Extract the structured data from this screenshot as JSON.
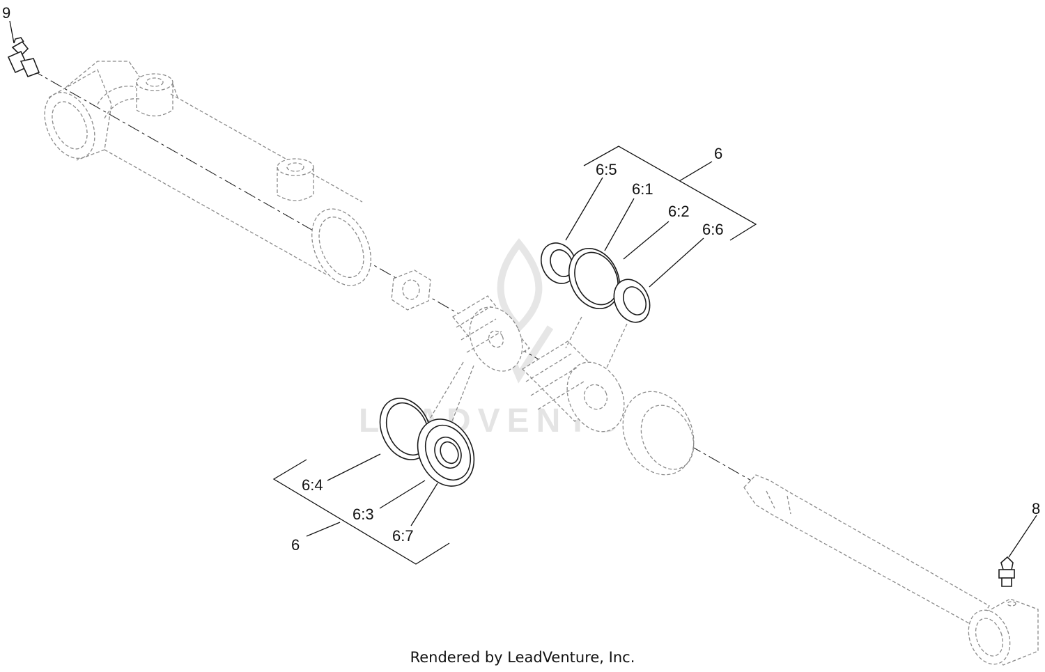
{
  "diagram": {
    "labels": {
      "item_9": "9",
      "item_8": "8",
      "kit_upper": "6",
      "kit_lower": "6",
      "part_6_5": "6:5",
      "part_6_1": "6:1",
      "part_6_2": "6:2",
      "part_6_6": "6:6",
      "part_6_4": "6:4",
      "part_6_3": "6:3",
      "part_6_7": "6:7"
    },
    "watermark": "LEADVENTURE",
    "footer": "Rendered by LeadVenture, Inc."
  }
}
